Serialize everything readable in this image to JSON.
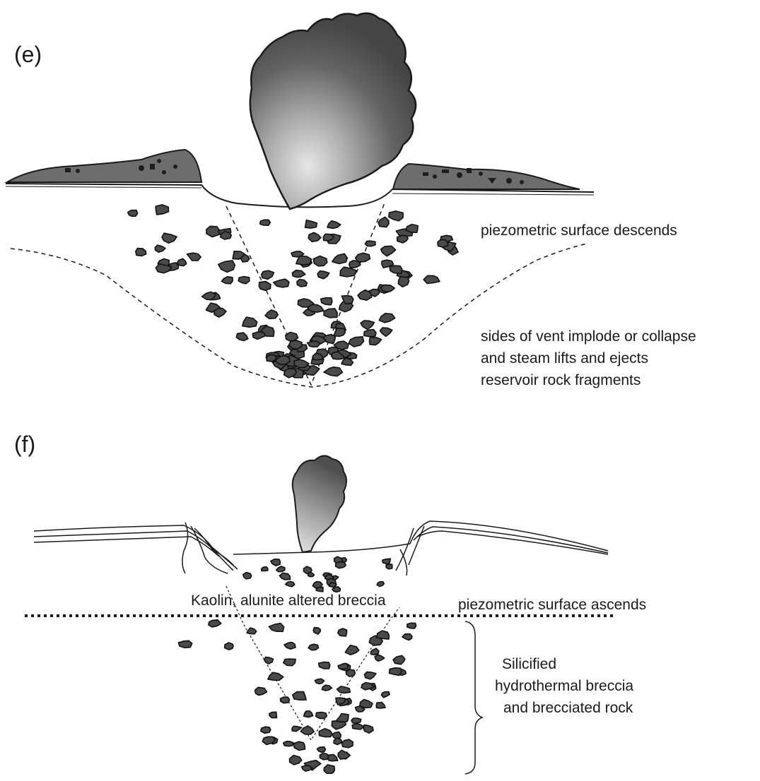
{
  "panels": {
    "e": {
      "label": "(e)",
      "piezometric_caption": "piezometric surface descends",
      "vent_caption": [
        "sides of vent implode or collapse",
        "and steam lifts and ejects",
        "reservoir rock fragments"
      ]
    },
    "f": {
      "label": "(f)",
      "alteration_caption": "Kaolin, alunite altered breccia",
      "piezometric_caption": "piezometric surface ascends",
      "breccia_caption": [
        "Silicified",
        "hydrothermal breccia",
        "and brecciated rock"
      ]
    }
  },
  "colors": {
    "ink": "#1a1a1a",
    "fragment": "#3c3c3c",
    "deposit": "#6d6d6d",
    "plume_dark": "#4a4a4a",
    "plume_light": "#d8d8d8"
  }
}
